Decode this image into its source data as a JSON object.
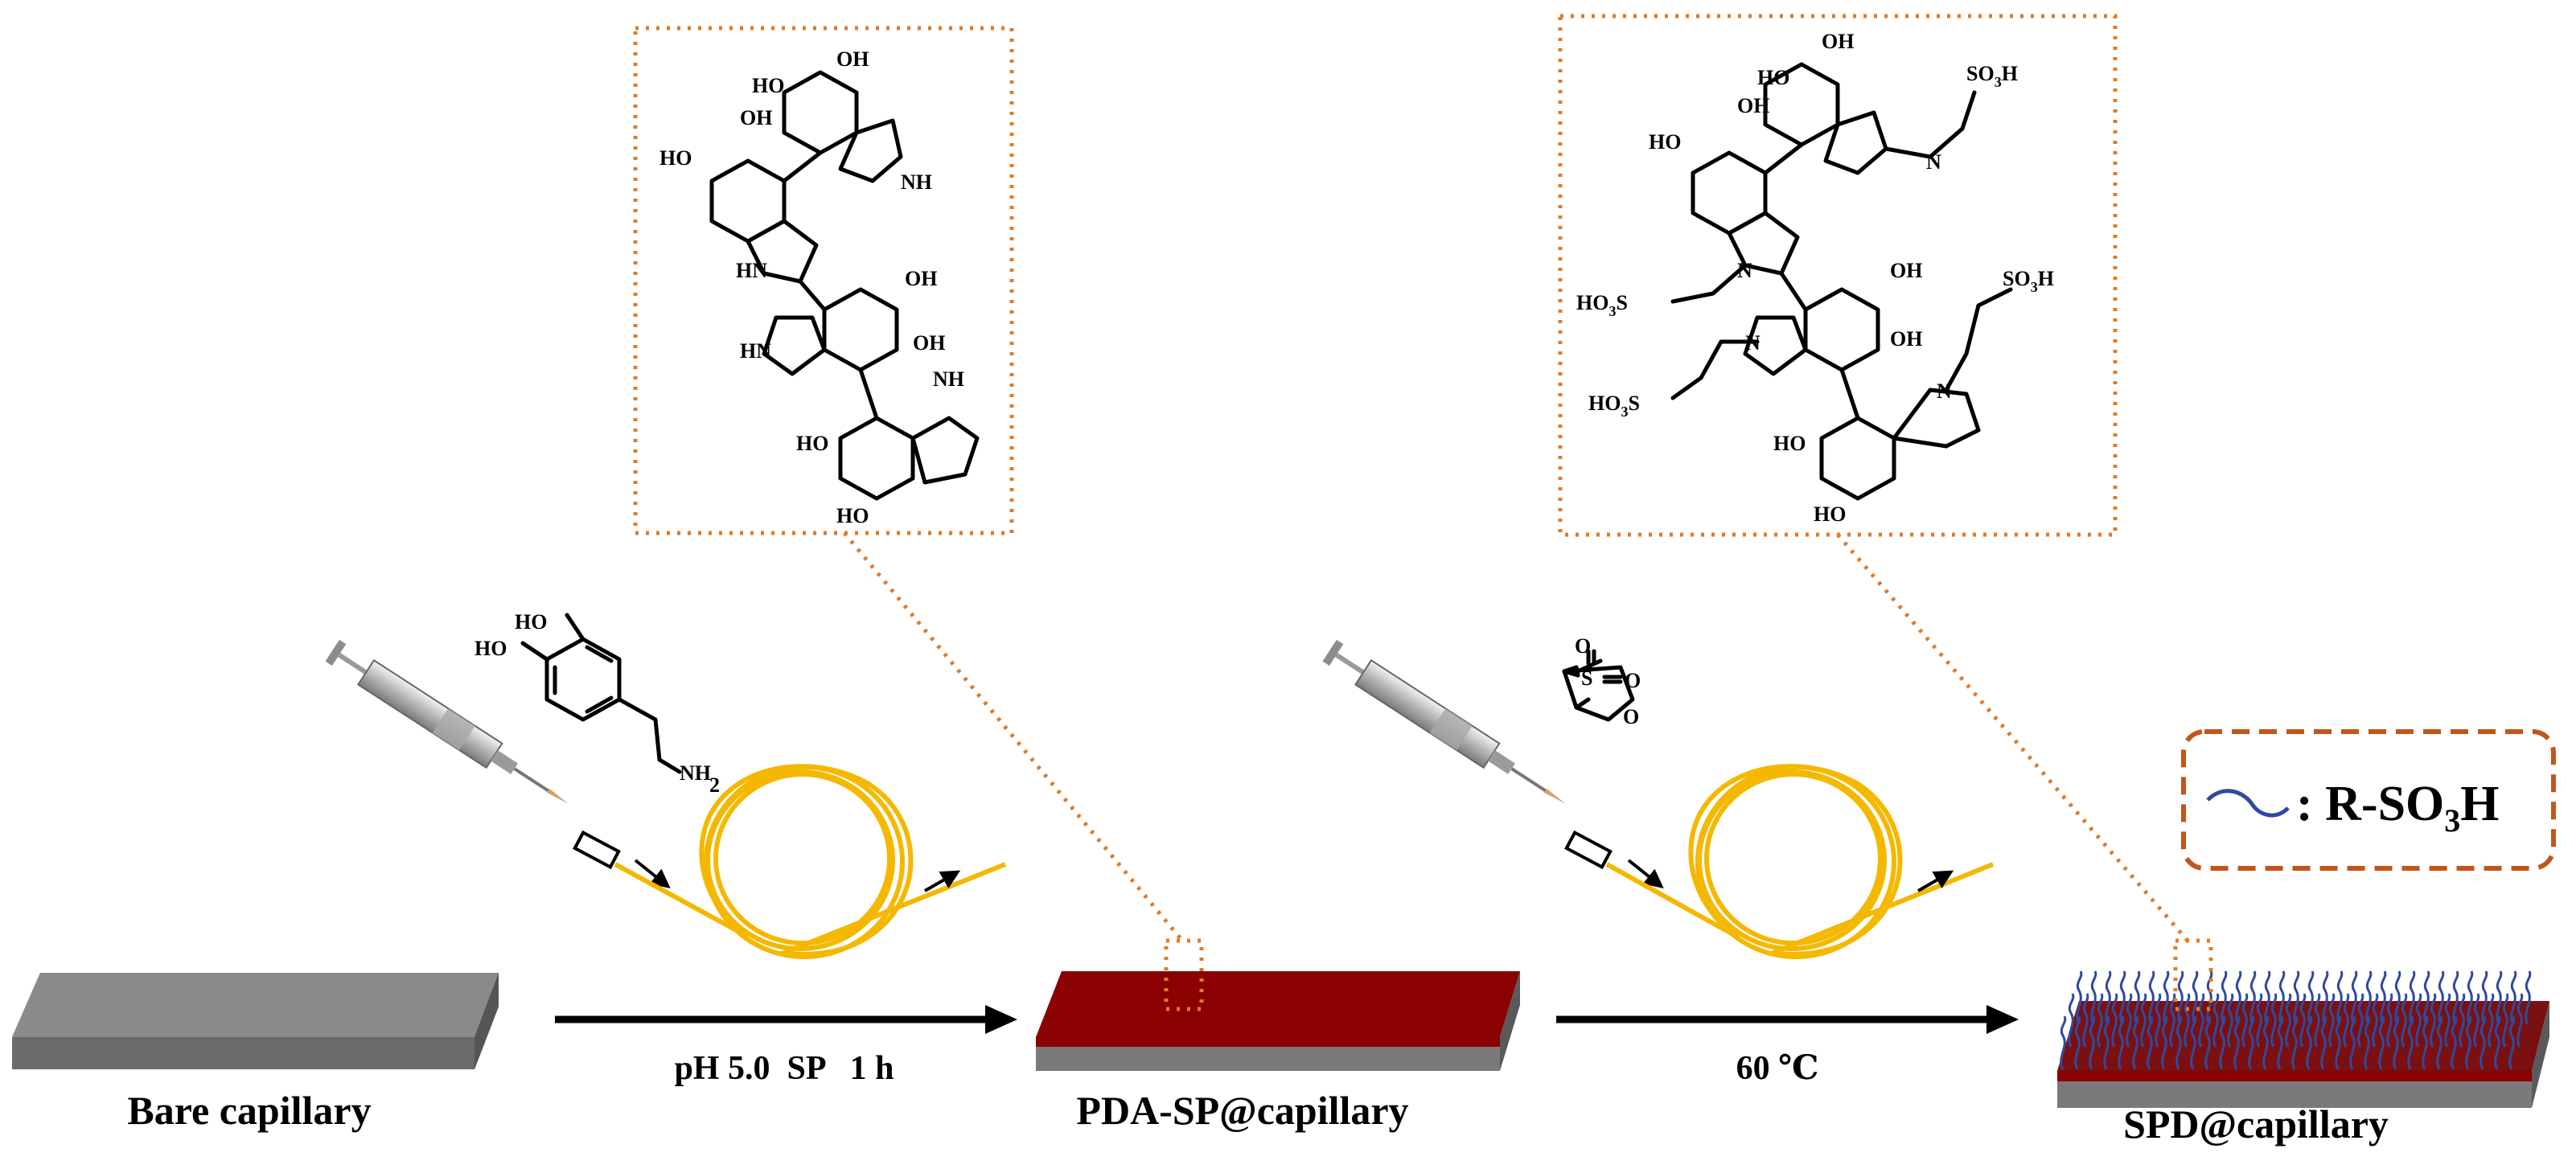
{
  "figure": {
    "stages": [
      {
        "label": "Bare capillary"
      },
      {
        "label": "PDA-SP@capillary"
      },
      {
        "label": "SPD@capillary"
      }
    ],
    "steps": [
      {
        "condition": "pH 5.0  SP   1 h",
        "reagent": "dopamine"
      },
      {
        "condition": "60 ℃",
        "reagent": "1,3-propane sultone"
      }
    ],
    "legend": {
      "symbol_label": ": R-SO",
      "subscript": "3",
      "suffix": "H"
    },
    "structure_labels": {
      "OH": "OH",
      "HO": "HO",
      "NH": "NH",
      "HN": "HN",
      "N": "N",
      "NH2": "NH",
      "sub2": "2",
      "SO3H": "SO",
      "HO3S": "HO",
      "sub3": "3",
      "H": "H",
      "S": "S",
      "O": "O",
      "S_tail": "S"
    },
    "colors": {
      "dotted_box": "#E07B26",
      "legend_border": "#C0561A",
      "coil": "#F5B800",
      "pda_coating": "#8B0000",
      "capillary_gray": "#7F7F7F",
      "sulfonate_chain": "#2E4A9E"
    }
  }
}
